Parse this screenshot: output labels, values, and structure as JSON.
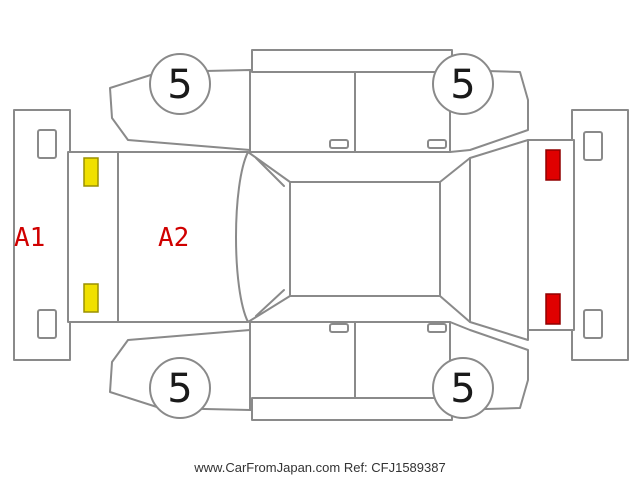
{
  "diagram": {
    "colors": {
      "outline": "#8a8a8a",
      "damage_code": "#d00000",
      "front_lamp": "#f0e000",
      "rear_lamp": "#e00000"
    },
    "tyres": {
      "front_left": "5",
      "rear_left": "5",
      "front_right": "5",
      "rear_right": "5"
    },
    "damage": {
      "front_bumper": "A1",
      "hood": "A2"
    }
  },
  "footer": {
    "ref_text": "www.CarFromJapan.com Ref: CFJ1589387"
  }
}
